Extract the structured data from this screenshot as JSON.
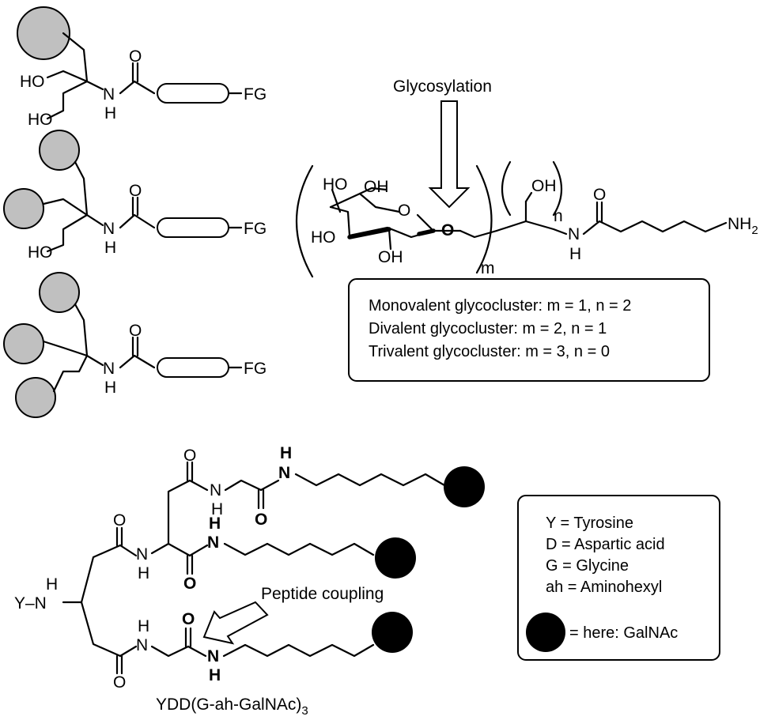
{
  "scaffold_labels": {
    "fg": "FG",
    "ho": "HO",
    "o": "O",
    "nh_n": "N",
    "nh_h": "H"
  },
  "glycocluster": {
    "glycosylation_label": "Glycosylation",
    "ho": "HO",
    "oh": "OH",
    "ring_o": "O",
    "glyco_o": "O",
    "m": "m",
    "n": "n",
    "nh2": "NH",
    "nh2_sub": "2",
    "legend": [
      "Monovalent glycocluster: m = 1, n = 2",
      "Divalent glycocluster: m = 2, n = 1",
      "Trivalent glycocluster: m = 3, n = 0"
    ]
  },
  "peptide": {
    "y_n": "Y–N",
    "h": "H",
    "n": "N",
    "o": "O",
    "coupling_label": "Peptide coupling",
    "name": "YDD(G-ah-GalNAc)",
    "name_sub": "3"
  },
  "key": {
    "items": [
      "Y = Tyrosine",
      "D = Aspartic acid",
      "G = Glycine",
      "ah = Aminohexyl"
    ],
    "galnac": "= here: GalNAc"
  },
  "colors": {
    "grey_sphere": "#c0c0c0",
    "black_sphere": "#000000"
  }
}
